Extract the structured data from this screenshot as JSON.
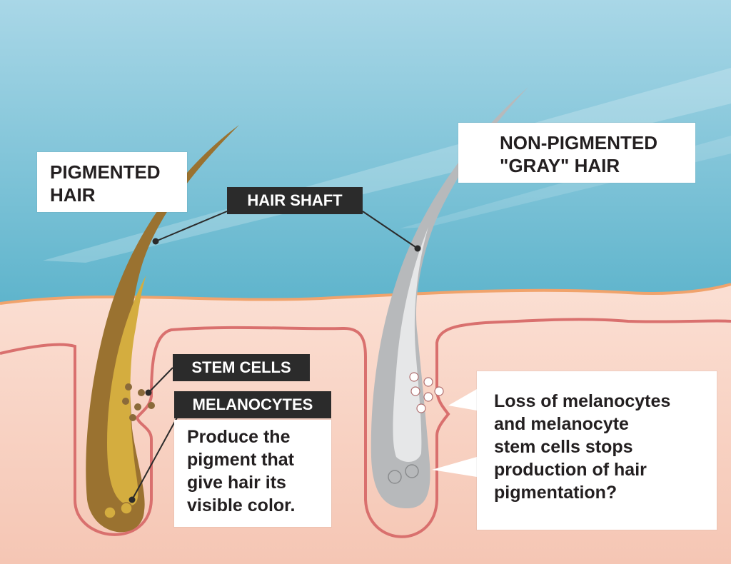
{
  "labels": {
    "pigmented_hair": [
      "PIGMENTED",
      "HAIR"
    ],
    "non_pigmented_hair": [
      "NON-PIGMENTED",
      "\"GRAY\" HAIR"
    ],
    "hair_shaft": "HAIR SHAFT",
    "stem_cells": "STEM CELLS",
    "melanocytes": "MELANOCYTES",
    "melanocyte_description": [
      "Produce the",
      "pigment that",
      "give hair its",
      "visible color."
    ],
    "gray_description": [
      "Loss of melanocytes",
      "and melanocyte",
      "stem cells stops",
      "production of hair",
      "pigmentation?"
    ]
  },
  "colors": {
    "sky_top": "#a8d6e6",
    "sky_bottom": "#5fb4cc",
    "skin": "#f7cdbd",
    "skin_outline": "#d9706e",
    "pigmented_hair": "#9a7230",
    "pigmented_core": "#d4ad3f",
    "gray_hair": "#b7b9bb",
    "gray_core": "#e6e7e8",
    "label_dark": "#2b2b2b"
  }
}
